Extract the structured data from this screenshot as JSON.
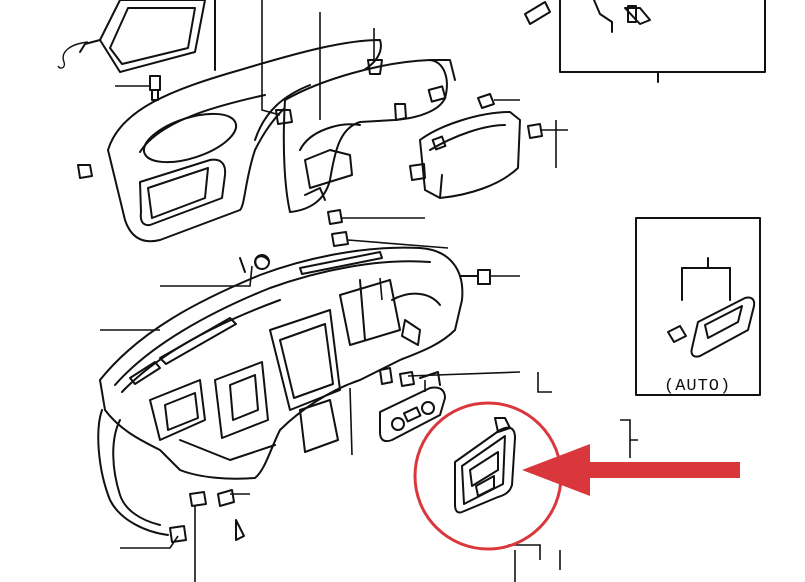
{
  "diagram": {
    "auto_label": "(AUTO)",
    "colors": {
      "line": "#111111",
      "highlight": "#d9373c",
      "background": "#ffffff"
    },
    "callouts": [
      {
        "name": "meter-hood-callout"
      },
      {
        "name": "center-panel-callout"
      },
      {
        "name": "glove-box-callout"
      },
      {
        "name": "dashboard-callout"
      },
      {
        "name": "climate-control-callout"
      },
      {
        "name": "bezel-callout"
      }
    ],
    "highlight": {
      "shape": "circle",
      "pointer": "arrow-left",
      "target": "heater-control-bezel"
    }
  }
}
